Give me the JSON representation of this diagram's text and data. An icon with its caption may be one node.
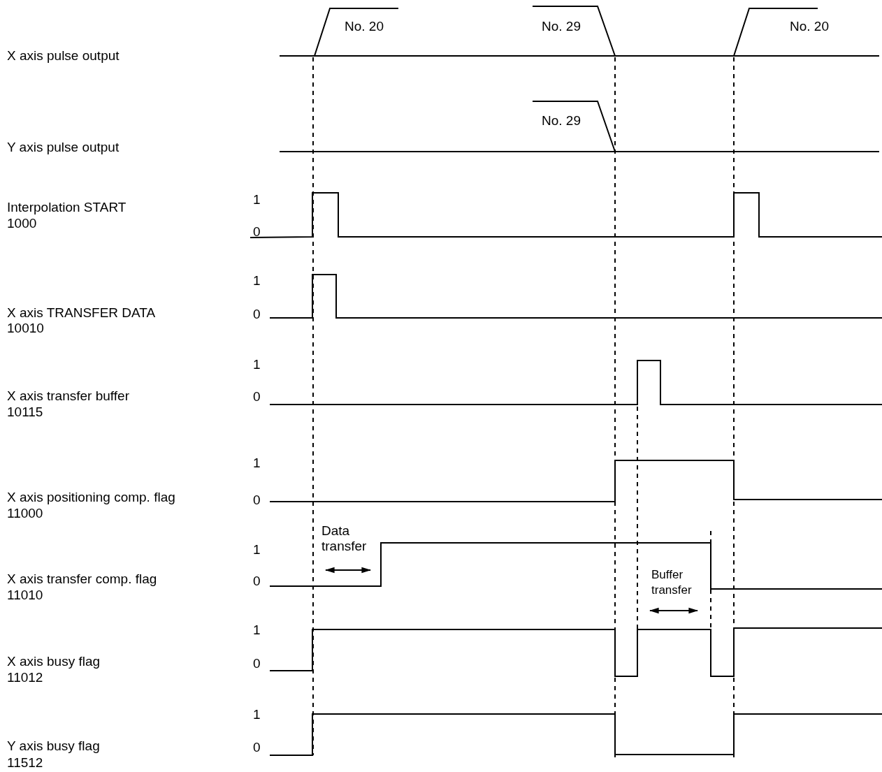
{
  "diagram": {
    "labels": [
      "No. 20",
      "No. 29",
      "No. 20",
      "X axis pulse output",
      "No. 29",
      "Y axis pulse output",
      "1",
      "Interpolation START",
      "1000",
      "0",
      "1",
      "X axis TRANSFER DATA",
      "0",
      "10010",
      "1",
      "X axis transfer buffer",
      "0",
      "10115",
      "1",
      "X axis positioning comp. flag",
      "0",
      "11000",
      "Data transfer",
      "1",
      "X axis transfer comp. flag",
      "Buffer transfer",
      "0",
      "11010",
      "1",
      "X axis busy flag",
      "0",
      "11012",
      "1",
      "Y axis busy flag",
      "0",
      "11512"
    ]
  }
}
